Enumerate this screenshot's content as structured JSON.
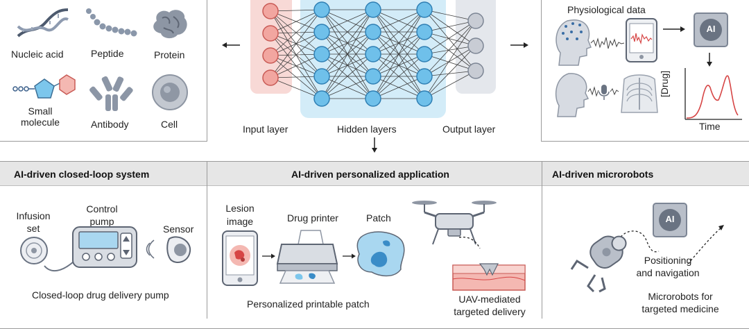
{
  "molecules": {
    "nucleic_acid": "Nucleic acid",
    "peptide": "Peptide",
    "protein": "Protein",
    "small_molecule_line1": "Small",
    "small_molecule_line2": "molecule",
    "antibody": "Antibody",
    "cell": "Cell"
  },
  "network": {
    "input_layer": "Input layer",
    "hidden_layers": "Hidden layers",
    "output_layer": "Output layer"
  },
  "physio": {
    "title": "Physiological data",
    "ai": "AI",
    "drug_axis": "[Drug]",
    "time_axis": "Time"
  },
  "closed_loop": {
    "header": "AI-driven closed-loop system",
    "infusion_line1": "Infusion",
    "infusion_line2": "set",
    "control_line1": "Control",
    "control_line2": "pump",
    "sensor": "Sensor",
    "caption": "Closed-loop drug delivery pump"
  },
  "personalized": {
    "header": "AI-driven personalized application",
    "lesion_line1": "Lesion",
    "lesion_line2": "image",
    "drug_printer": "Drug printer",
    "patch": "Patch",
    "caption": "Personalized printable patch",
    "uav_line1": "UAV-mediated",
    "uav_line2": "targeted delivery"
  },
  "microrobots": {
    "header": "AI-driven microrobots",
    "ai": "AI",
    "positioning_line1": "Positioning",
    "positioning_line2": "and navigation",
    "caption_line1": "Microrobots for",
    "caption_line2": "targeted medicine"
  },
  "colors": {
    "input_node": "#f2a6a0",
    "hidden_node": "#6fc0ea",
    "output_node": "#c8ccd4",
    "input_bg": "#f8d9d6",
    "hidden_bg": "#d3ecf8",
    "output_bg": "#e4e7ec",
    "curve": "#d64545",
    "header_bg": "#e6e6e6"
  }
}
